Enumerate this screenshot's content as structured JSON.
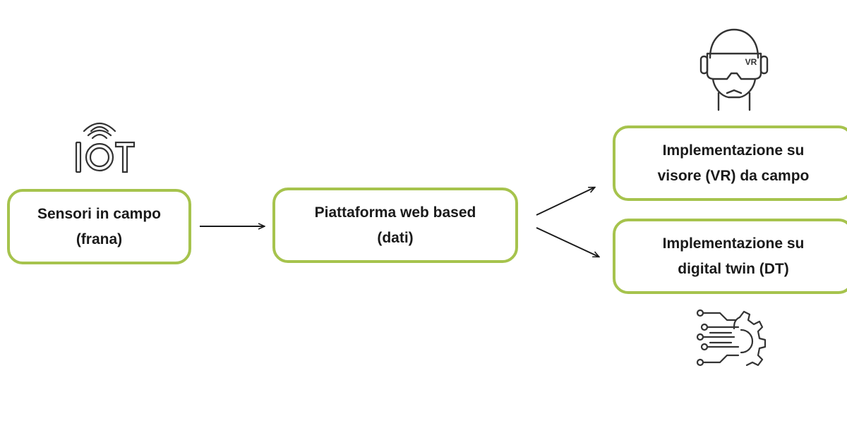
{
  "colors": {
    "box_border": "#a6c34d",
    "text": "#1a1a1a",
    "arrow": "#1a1a1a",
    "icon": "#333333"
  },
  "nodes": {
    "sensori": "Sensori in campo\n(frana)",
    "piattaforma": "Piattaforma web based\n(dati)",
    "vr": "Implementazione su\nvisore (VR) da campo",
    "dt": "Implementazione su\ndigital twin (DT)"
  },
  "icons": {
    "iot": "iot-icon",
    "iot_text": "IoT",
    "vr": "vr-headset-icon",
    "vr_badge": "VR",
    "dt": "digital-gear-circuit-icon"
  }
}
